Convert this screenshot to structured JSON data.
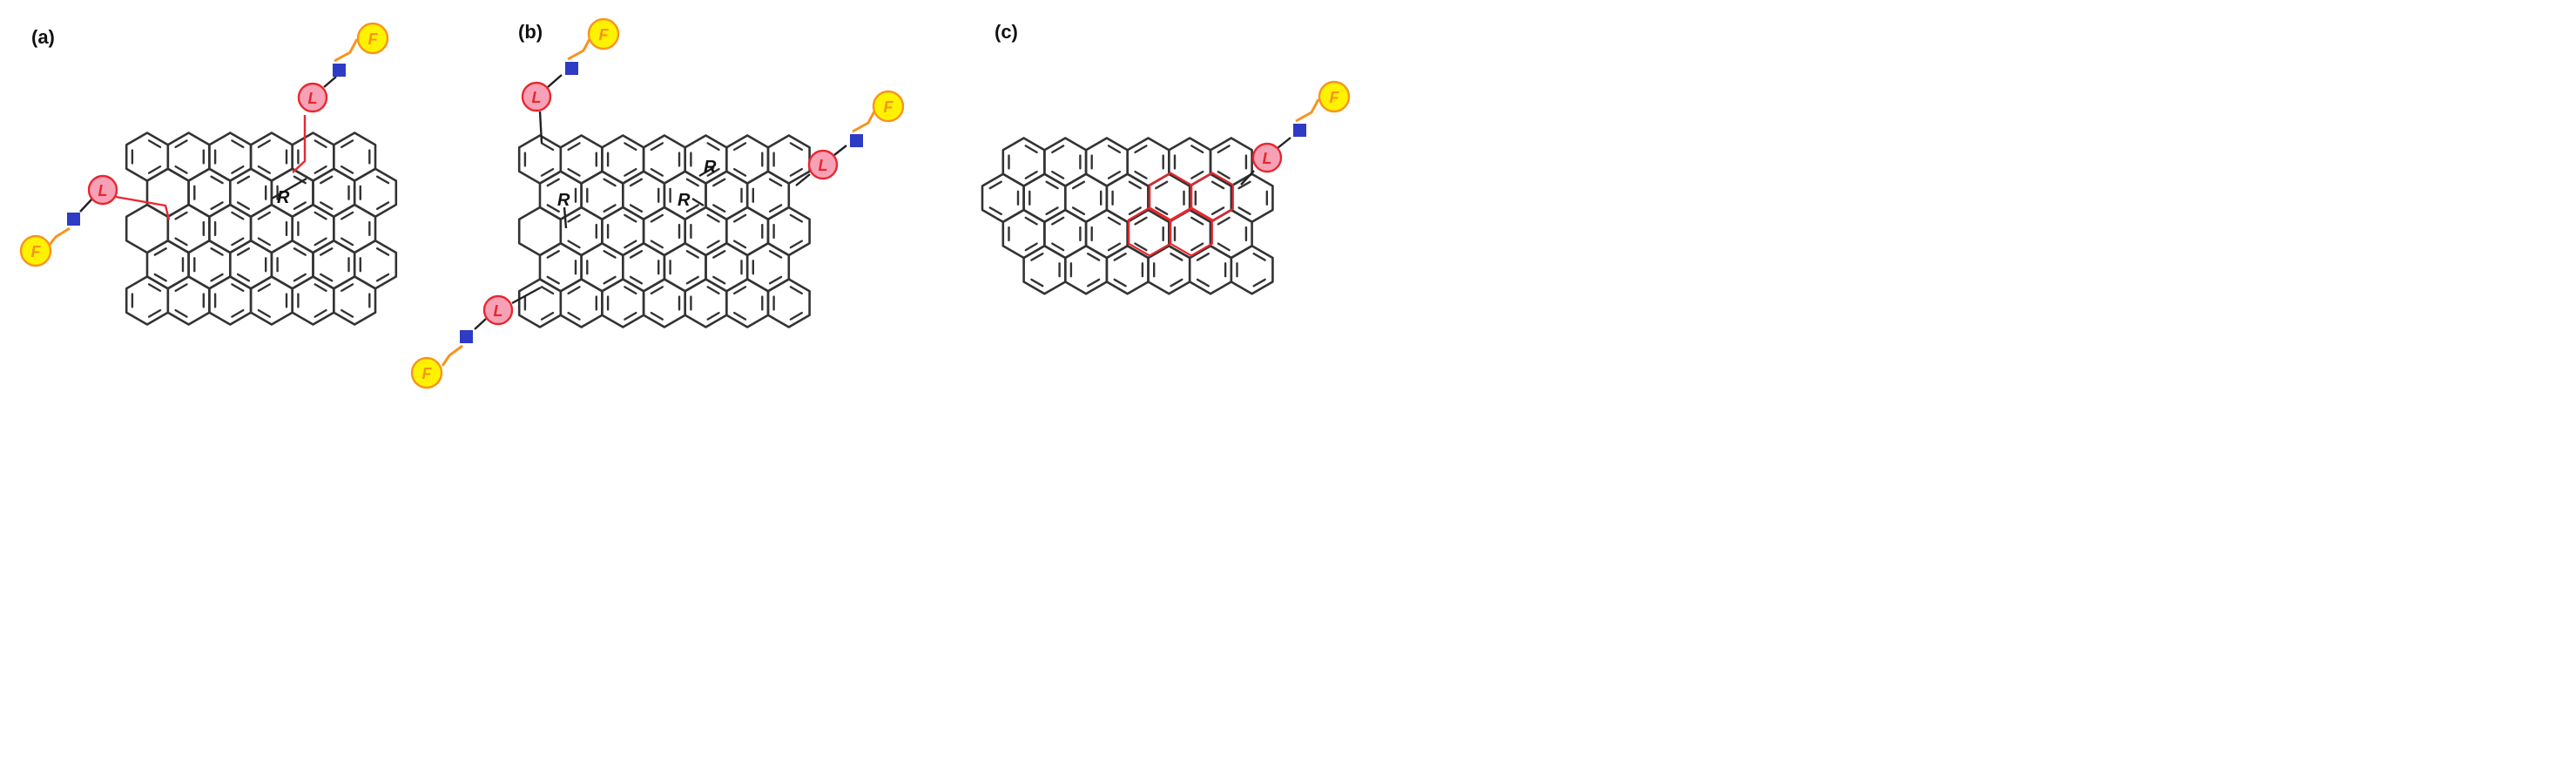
{
  "panels": [
    {
      "label": "(a)"
    },
    {
      "label": "(b)"
    },
    {
      "label": "(c)"
    }
  ],
  "symbols": {
    "linker": "L",
    "fluorophore": "F",
    "substituent": "R"
  },
  "colors": {
    "lattice": "#333333",
    "linker_fill": "#f7a1b6",
    "linker_stroke": "#e8272f",
    "fluoro_fill": "#fff200",
    "fluoro_stroke": "#f7941d",
    "fluoro_text": "#f7941d",
    "spacer_square": "#2e3bc4",
    "spacer_bracket": "#f7941d",
    "highlight_rings": "#e8272f"
  }
}
